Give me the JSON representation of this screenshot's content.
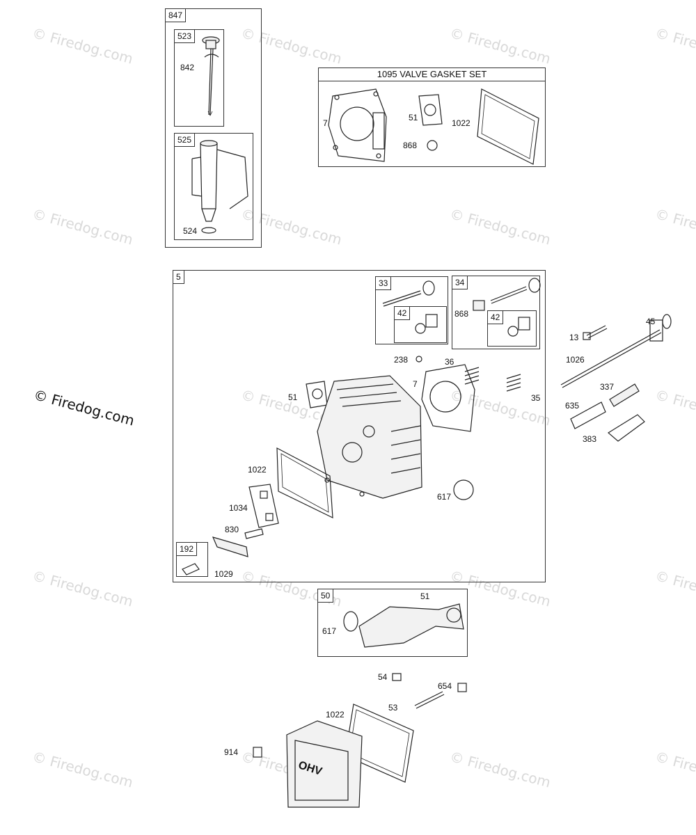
{
  "watermarks": {
    "text": "© Firedog.com",
    "main": "© Firedog.com"
  },
  "groups": {
    "g847": "847",
    "g523": "523",
    "g525": "525",
    "valve_set": "1095 VALVE GASKET SET",
    "g5": "5",
    "g33": "33",
    "g33_42": "42",
    "g34": "34",
    "g34_42": "42",
    "g192": "192",
    "g50": "50"
  },
  "labels": {
    "l842": "842",
    "l524": "524",
    "l7a": "7",
    "l51a": "51",
    "l1022a": "1022",
    "l868a": "868",
    "l868b": "868",
    "l238": "238",
    "l36": "36",
    "l7b": "7",
    "l35": "35",
    "l51b": "51",
    "l1022b": "1022",
    "l1034": "1034",
    "l830": "830",
    "l1029": "1029",
    "l617a": "617",
    "l13": "13",
    "l45": "45",
    "l1026": "1026",
    "l337": "337",
    "l635": "635",
    "l383": "383",
    "l51c": "51",
    "l617b": "617",
    "l54": "54",
    "l654": "654",
    "l53": "53",
    "l1022c": "1022",
    "l914": "914",
    "ohv": "OHV"
  }
}
